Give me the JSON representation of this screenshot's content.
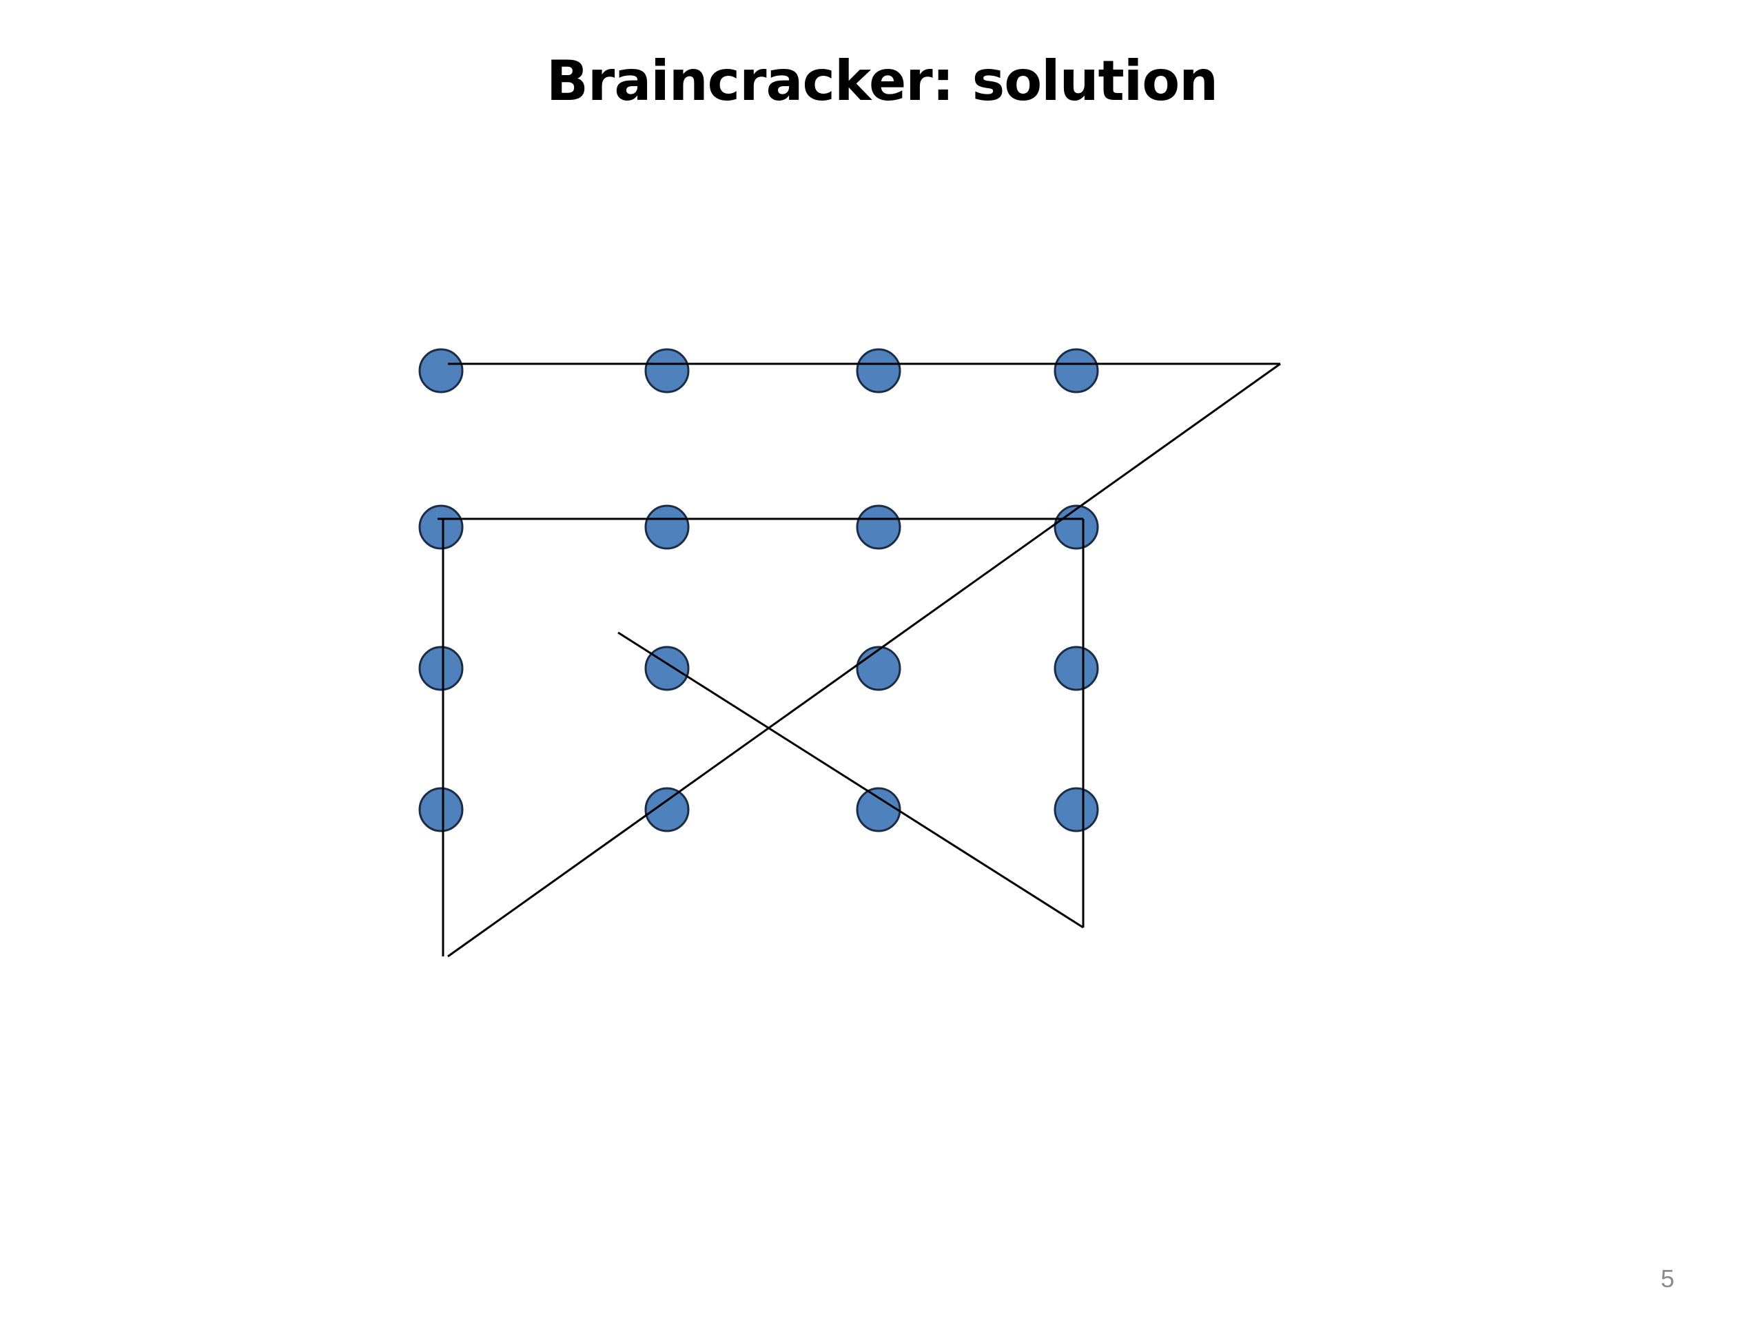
{
  "slide": {
    "title": "Braincracker: solution",
    "page_number": "5"
  },
  "diagram": {
    "dot_grid": {
      "rows": 4,
      "columns": 4
    },
    "dot_fill": "#4f81bd",
    "dot_stroke": "#1c2c44",
    "line_color": "#000000"
  }
}
